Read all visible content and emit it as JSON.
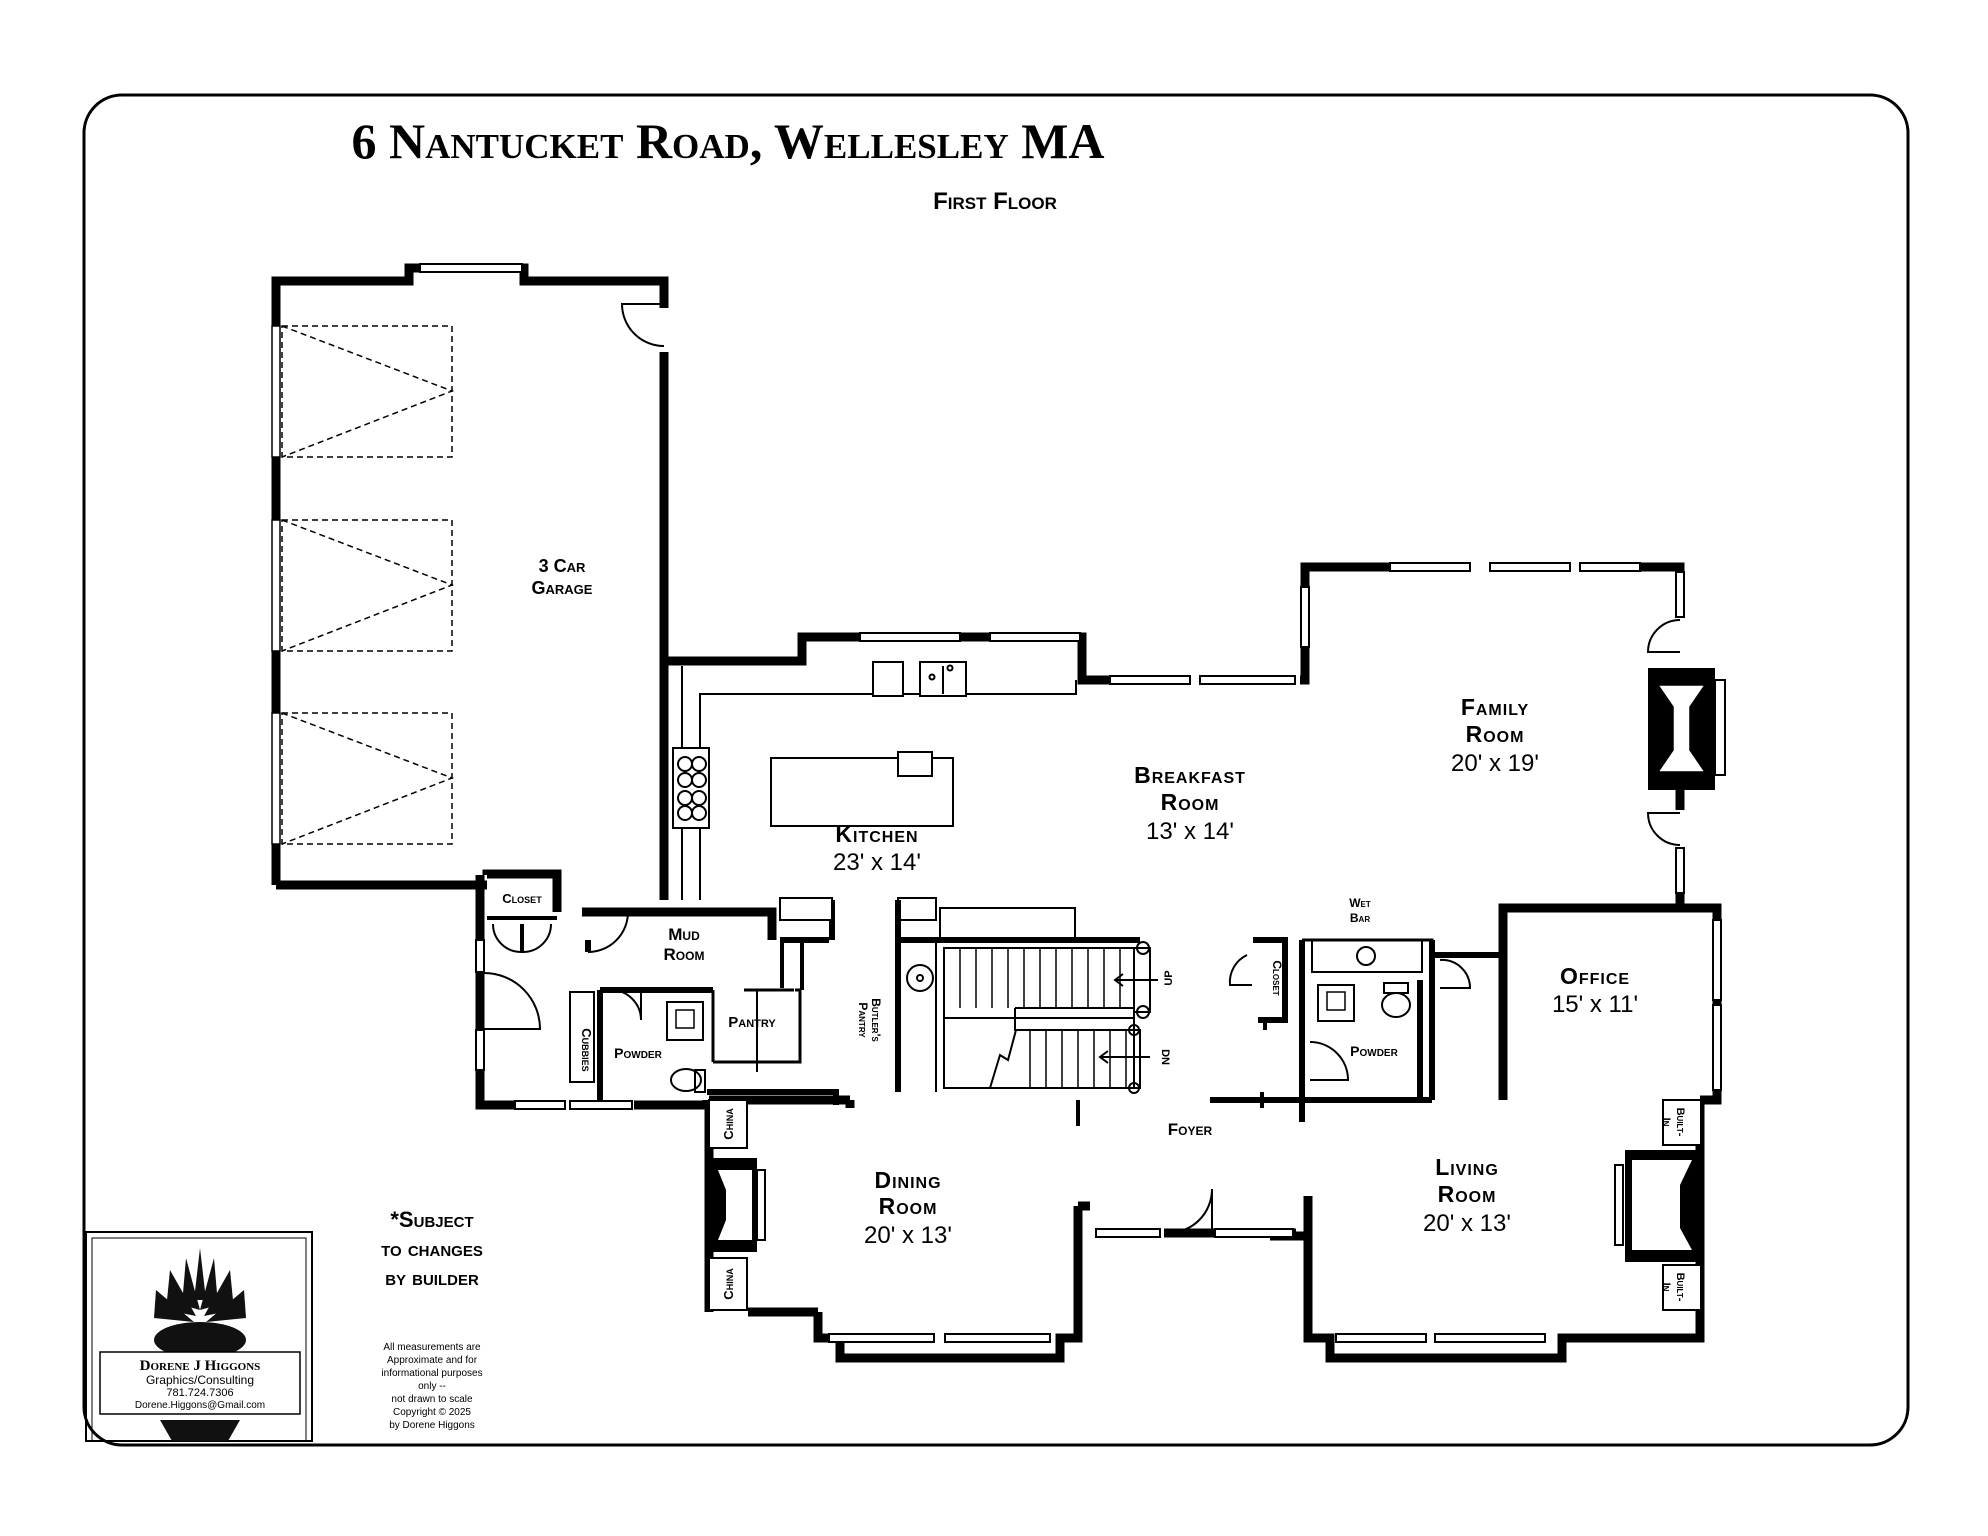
{
  "title": "6 Nantucket Road, Wellesley MA",
  "subtitle": "First Floor",
  "rooms": {
    "garage": {
      "name_1": "3 Car",
      "name_2": "Garage"
    },
    "family": {
      "name_1": "Family",
      "name_2": "Room",
      "dim": "20' x 19'"
    },
    "breakfast": {
      "name_1": "Breakfast",
      "name_2": "Room",
      "dim": "13' x 14'"
    },
    "kitchen": {
      "name": "Kitchen",
      "dim": "23' x 14'"
    },
    "office": {
      "name": "Office",
      "dim": "15' x 11'"
    },
    "dining": {
      "name_1": "Dining",
      "name_2": "Room",
      "dim": "20' x 13'"
    },
    "living": {
      "name_1": "Living",
      "name_2": "Room",
      "dim": "20' x 13'"
    },
    "foyer": {
      "name": "Foyer"
    },
    "mud": {
      "name_1": "Mud",
      "name_2": "Room"
    }
  },
  "small_labels": {
    "closet_left": "Closet",
    "closet_right": "Closet",
    "cubbies": "Cubbies",
    "powder_left": "Powder",
    "powder_right": "Powder",
    "pantry": "Pantry",
    "butlers_1": "Butler's",
    "butlers_2": "Pantry",
    "wet_bar_1": "Wet",
    "wet_bar_2": "Bar",
    "up": "UP",
    "dn": "DN",
    "china_top": "China",
    "china_bottom": "China",
    "builtin_top_1": "Built-",
    "builtin_top_2": "In",
    "builtin_bottom_1": "Built-",
    "builtin_bottom_2": "In"
  },
  "disclaimer": {
    "line_1": "*Subject",
    "line_2": "to changes",
    "line_3": "by builder"
  },
  "notes": [
    "All measurements are",
    "Approximate and for",
    "informational purposes",
    "only --",
    "not drawn to scale",
    "Copyright © 2025",
    "by Dorene Higgons"
  ],
  "branding": {
    "name": "Dorene J Higgons",
    "line_2": "Graphics/Consulting",
    "phone": "781.724.7306",
    "email": "Dorene.Higgons@Gmail.com"
  },
  "colors": {
    "ink": "#000000",
    "paper": "#ffffff",
    "logo": "#111111"
  }
}
